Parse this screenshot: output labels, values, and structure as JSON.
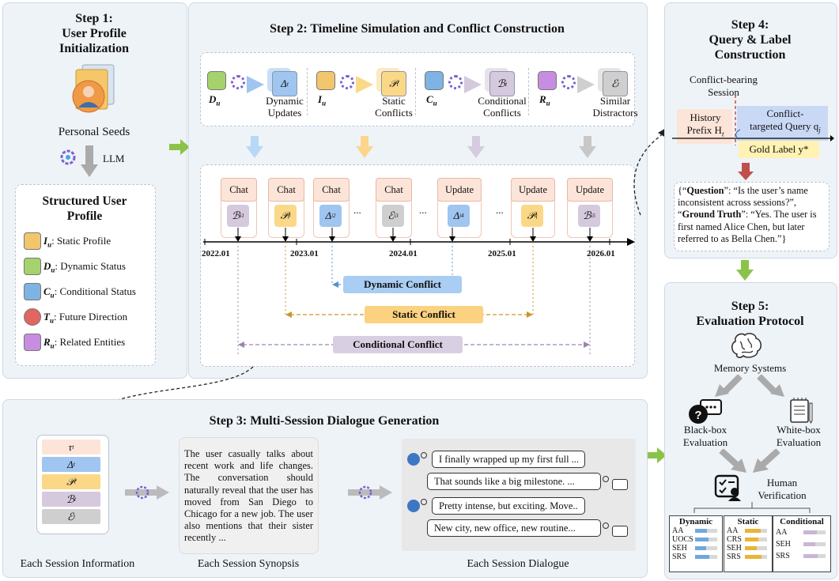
{
  "step1": {
    "title": "Step 1:\nUser Profile\nInitialization",
    "seeds_label": "Personal Seeds",
    "llm_label": "LLM",
    "profile_title": "Structured User\nProfile",
    "items": [
      {
        "sym": "I",
        "sub": "u",
        "label": ": Static Profile",
        "icon": "person-id-icon"
      },
      {
        "sym": "D",
        "sub": "u",
        "label": ": Dynamic Status",
        "icon": "growth-chart-icon"
      },
      {
        "sym": "C",
        "sub": "u",
        "label": ": Conditional Status",
        "icon": "telescope-icon"
      },
      {
        "sym": "T",
        "sub": "u",
        "label": ": Future Direction",
        "icon": "target-icon"
      },
      {
        "sym": "R",
        "sub": "u",
        "label": ": Related Entities",
        "icon": "network-icon"
      }
    ]
  },
  "step2": {
    "title": "Step 2:  Timeline Simulation and Conflict Construction",
    "groups": [
      {
        "input": "D",
        "sub": "u",
        "out": "Δ",
        "outsub": "t",
        "label": "Dynamic\nUpdates",
        "color": "#9fc5f0"
      },
      {
        "input": "I",
        "sub": "u",
        "out": "𝒫",
        "outsub": "t",
        "label": "Static\nConflicts",
        "color": "#fbd888"
      },
      {
        "input": "C",
        "sub": "u",
        "out": "ℬ",
        "outsub": "t",
        "label": "Conditional\nConflicts",
        "color": "#d5c9dd"
      },
      {
        "input": "R",
        "sub": "u",
        "out": "ℰ",
        "outsub": "t",
        "label": "Similar\nDistractors",
        "color": "#cfcfcf"
      }
    ],
    "sessions": [
      {
        "label": "Chat",
        "sym": "ℬ",
        "sub": "i1",
        "color": "#d5c9dd"
      },
      {
        "label": "Chat",
        "sym": "𝒫",
        "sub": "p",
        "color": "#fbd888"
      },
      {
        "label": "Chat",
        "sym": "Δ",
        "sub": "i2",
        "color": "#9fc5f0"
      },
      {
        "label": "Chat",
        "sym": "ℰ",
        "sub": "i3",
        "color": "#cfcfcf"
      },
      {
        "label": "Update",
        "sym": "Δ",
        "sub": "i4",
        "color": "#9fc5f0"
      },
      {
        "label": "Update",
        "sym": "𝒫",
        "sub": "q",
        "color": "#fbd888"
      },
      {
        "label": "Update",
        "sym": "ℬ",
        "sub": "i5",
        "color": "#d5c9dd"
      }
    ],
    "ellipsis": "...",
    "years": [
      "2022.01",
      "2023.01",
      "2024.01",
      "2025.01",
      "2026.01"
    ],
    "conflicts": [
      {
        "label": "Dynamic Conflict",
        "color": "#a9cdf3",
        "line": "#5b8fd0"
      },
      {
        "label": "Static Conflict",
        "color": "#fbd27f",
        "line": "#c9962a"
      },
      {
        "label": "Conditional Conflict",
        "color": "#d9cfe2",
        "line": "#9a86ad"
      }
    ]
  },
  "step3": {
    "title": "Step 3:  Multi-Session Dialogue Generation",
    "info_items": [
      {
        "sym": "τ",
        "sub": "t",
        "color": "#fde4d8"
      },
      {
        "sym": "Δ",
        "sub": "t",
        "color": "#9fc5f0"
      },
      {
        "sym": "𝒫",
        "sub": "t",
        "color": "#fbd888"
      },
      {
        "sym": "ℬ",
        "sub": "t",
        "color": "#d5c9dd"
      },
      {
        "sym": "ℰ",
        "sub": "t",
        "color": "#cfcfcf"
      }
    ],
    "info_caption": "Each Session Information",
    "synopsis": "The user casually talks about recent work and life changes. The conversation should naturally reveal that the user has moved from San Diego to Chicago for a new job. The user also mentions that their sister recently ...",
    "synopsis_caption": "Each Session Synopsis",
    "dialogue": [
      "I finally wrapped up my first full ...",
      "That sounds like a big milestone. ...",
      "Pretty intense, but exciting. Move..",
      "New city, new office, new routine..."
    ],
    "dialogue_caption": "Each Session Dialogue"
  },
  "step4": {
    "title": "Step 4:\nQuery & Label\nConstruction",
    "session_label": "Conflict-bearing\nSession",
    "history": "History\nPrefix H",
    "history_sub": "t",
    "query": "Conflict-\ntargeted Query q",
    "query_sub": "j",
    "gold": "Gold Label y*",
    "question_key": "Question",
    "question_val": ": “Is the user’s name inconsistent across sessions?”,",
    "truth_key": "Ground Truth",
    "truth_val": ": “Yes. The user is first named Alice Chen, but later referred to as Bella Chen.”}",
    "open_brace": "{“",
    "quote": "”"
  },
  "step5": {
    "title": "Step 5:\nEvaluation Protocol",
    "memory": "Memory Systems",
    "blackbox": "Black-box\nEvaluation",
    "whitebox": "White-box\nEvaluation",
    "human": "Human\nVerification",
    "tables": [
      {
        "title": "Dynamic",
        "color": "#6fa8dc",
        "rows": [
          {
            "label": "AA",
            "fill": 0.55
          },
          {
            "label": "UOCS",
            "fill": 0.6
          },
          {
            "label": "SEH",
            "fill": 0.5
          },
          {
            "label": "SRS",
            "fill": 0.65
          }
        ]
      },
      {
        "title": "Static",
        "color": "#e8b43a",
        "rows": [
          {
            "label": "AA",
            "fill": 0.7
          },
          {
            "label": "CRS",
            "fill": 0.6
          },
          {
            "label": "SEH",
            "fill": 0.55
          },
          {
            "label": "SRS",
            "fill": 0.75
          }
        ]
      },
      {
        "title": "Conditional",
        "color": "#c7b6d6",
        "rows": [
          {
            "label": "AA",
            "fill": 0.6
          },
          {
            "label": "SEH",
            "fill": 0.55
          },
          {
            "label": "SRS",
            "fill": 0.65
          }
        ]
      }
    ]
  }
}
